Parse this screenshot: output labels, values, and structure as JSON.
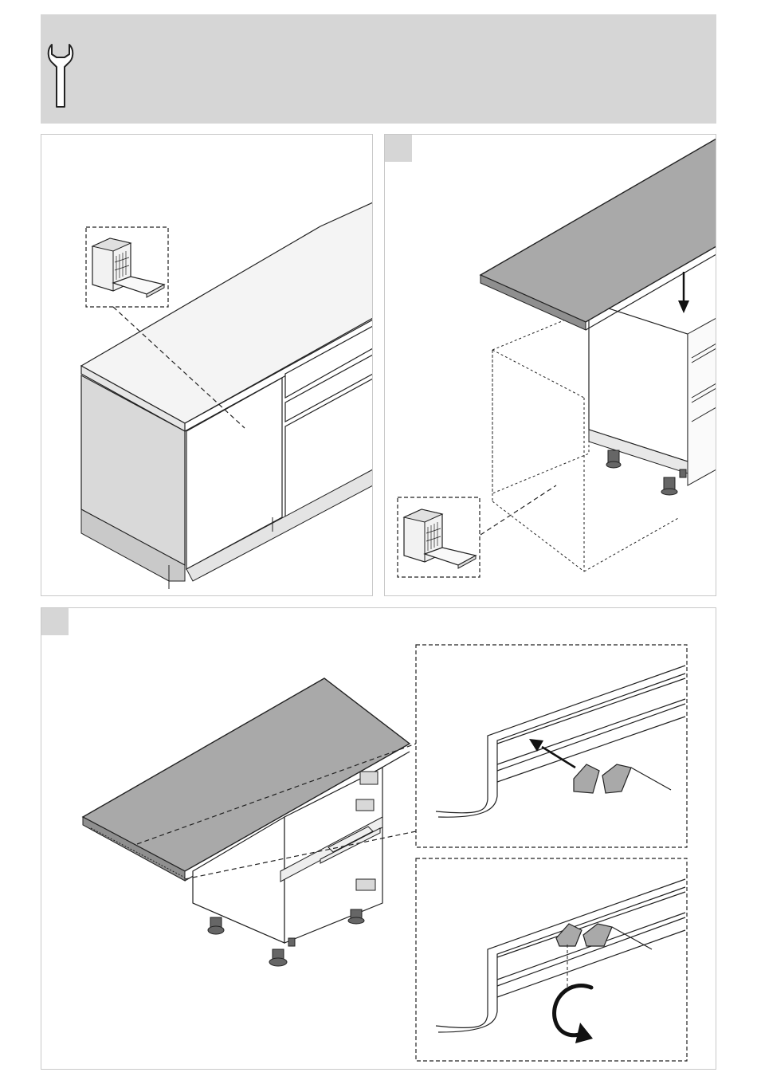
{
  "document": {
    "header": {
      "icon": "wrench-icon",
      "color": "#d6d6d6"
    },
    "panels": [
      {
        "name": "panel-overview",
        "illustration": "dishwasher-location-in-kitchen"
      },
      {
        "name": "panel-step-1",
        "illustration": "remove-worktop-from-cabinet",
        "badge": true
      },
      {
        "name": "panel-step-2",
        "illustration": "insert-and-rotate-clip-in-worktop-profile",
        "badge": true
      }
    ],
    "icons": [
      "wrench-icon",
      "dishwasher-icon",
      "arrow-down-icon",
      "arrow-left-icon",
      "rotate-arrow-icon"
    ],
    "colors": {
      "worktop": "#a9a9a9",
      "badge": "#d6d6d6",
      "border": "#c8c8c8",
      "line": "#1a1a1a"
    }
  }
}
